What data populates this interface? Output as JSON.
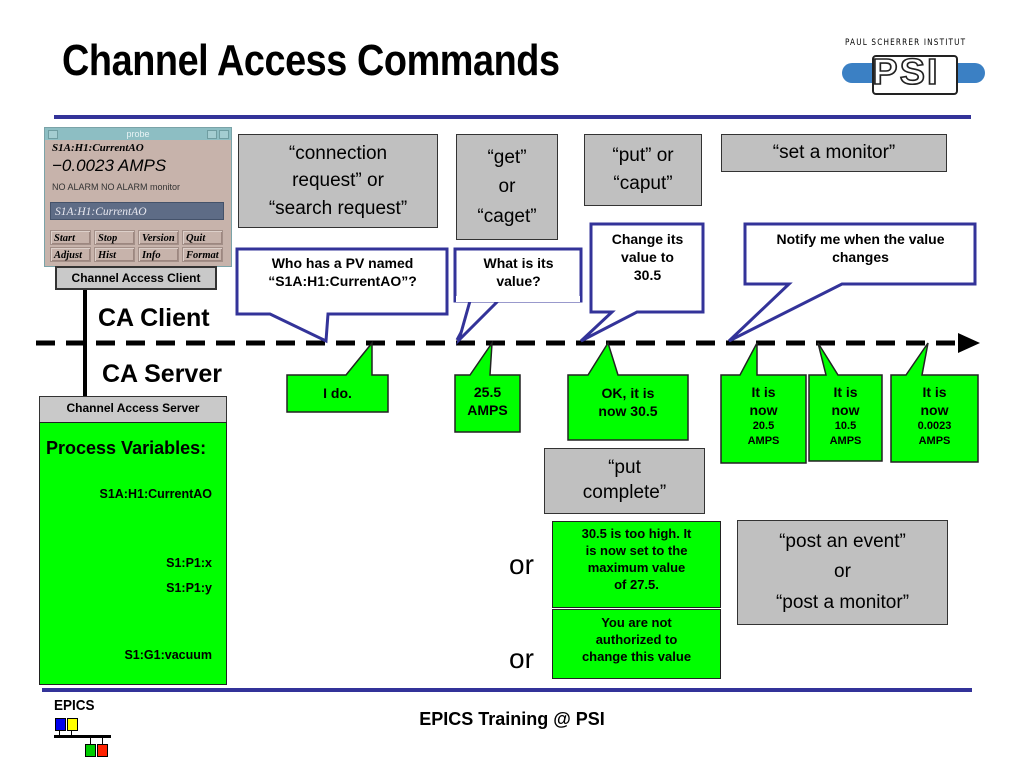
{
  "header": {
    "title": "Channel Access Commands",
    "logo": {
      "institute": "PAUL SCHERRER INSTITUT",
      "letters": "PSI"
    }
  },
  "probe_window": {
    "title": "probe",
    "pv_name": "S1A:H1:CurrentAO",
    "value": "−0.0023 AMPS",
    "alarm_status": "NO ALARM  NO ALARM  monitor",
    "input_value": "S1A:H1:CurrentAO",
    "buttons": [
      "Start",
      "Stop",
      "Version",
      "Quit",
      "Adjust",
      "Hist",
      "Info",
      "Format"
    ]
  },
  "client_label": "Channel Access Client",
  "server_label": "Channel Access Server",
  "ca_client": "CA Client",
  "ca_server": "CA Server",
  "server_panel": {
    "heading": "Process Variables:",
    "pvs": [
      "S1A:H1:CurrentAO",
      "S1:P1:x",
      "S1:P1:y",
      "S1:G1:vacuum"
    ]
  },
  "commands": {
    "connection": "“connection\nrequest” or\n“search request”",
    "get": "“get”\nor\n“caget”",
    "put": "“put” or\n“caput”",
    "monitor": "“set a monitor”",
    "put_complete": "“put\ncomplete”",
    "post_event": "“post an event”\nor\n“post a monitor”"
  },
  "client_callouts": {
    "search": "Who has a PV named\n“S1A:H1:CurrentAO”?",
    "get": "What is its\nvalue?",
    "put": "Change its\nvalue to\n30.5",
    "monitor": "Notify me when the value\nchanges"
  },
  "server_callouts": {
    "search_reply": "I do.",
    "get_reply": "25.5\nAMPS",
    "put_reply": "OK, it is\nnow 30.5",
    "monitor_updates": [
      {
        "head": "It is\nnow",
        "value": "20.5\nAMPS"
      },
      {
        "head": "It is\nnow",
        "value": "10.5\nAMPS"
      },
      {
        "head": "It is\nnow",
        "value": "0.0023\nAMPS"
      }
    ],
    "put_too_high": "30.5 is too high. It\nis now set to the\nmaximum value\nof 27.5.",
    "put_unauthorized": "You are not\nauthorized to\nchange this value"
  },
  "or_words": [
    "or",
    "or"
  ],
  "footer": {
    "logo_text": "EPICS",
    "text": "EPICS Training @ PSI"
  },
  "colors": {
    "rule": "#333399",
    "callout_border": "#333399",
    "server_green": "#00ff00",
    "command_gray": "#c0c0c0"
  }
}
